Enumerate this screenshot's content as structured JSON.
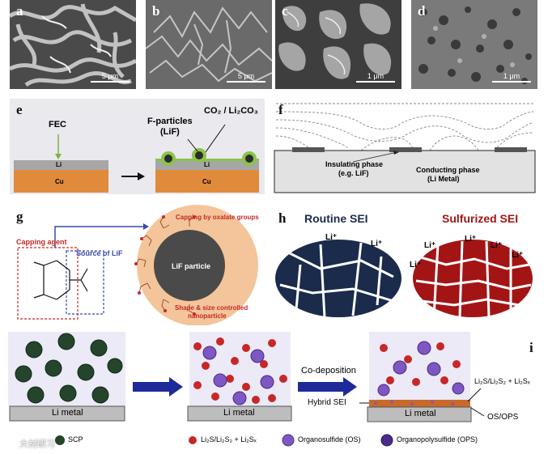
{
  "panels": {
    "a": {
      "label": "a",
      "scale": "5 μm"
    },
    "b": {
      "label": "b",
      "scale": "5 μm"
    },
    "c": {
      "label": "c",
      "scale": "1 μm"
    },
    "d": {
      "label": "d",
      "scale": "1 μm"
    },
    "e": {
      "label": "e",
      "fec": "FEC",
      "f_particles": "F-particles",
      "lif": "(LiF)",
      "co2": "CO₂ / Li₂CO₃",
      "li": "Li",
      "cu": "Cu"
    },
    "f": {
      "label": "f",
      "insulating": "Insulating phase",
      "insulating_eg": "(e.g. LiF)",
      "conducting": "Conducting phase",
      "conducting_sub": "(Li Metal)"
    },
    "g": {
      "label": "g",
      "capping_agent": "Capping agent",
      "source_lif": "Source of LiF",
      "capping_oxalate": "Capping by oxalate groups",
      "lif_particle": "LiF particle",
      "shape_size": "Shape & size controlled",
      "nanoparticle": "nanoparticle"
    },
    "h": {
      "label": "h",
      "routine": "Routine SEI",
      "sulfurized": "Sulfurized SEI",
      "li_plus": "Li⁺"
    },
    "i": {
      "label": "i",
      "li_metal": "Li metal",
      "co_deposition": "Co-deposition",
      "hybrid_sei": "Hybrid SEI",
      "os_ops": "OS/OPS",
      "sulfide_label": "Li₂S/Li₂S₂ + Li₂Sₓ",
      "legend_scp": "SCP",
      "legend_sulfide": "Li₂S/Li₂S₂ + Li₂Sₓ",
      "legend_os": "Organosulfide (OS)",
      "legend_ops": "Organopolysulfide (OPS)"
    }
  },
  "watermark": "大材研习"
}
